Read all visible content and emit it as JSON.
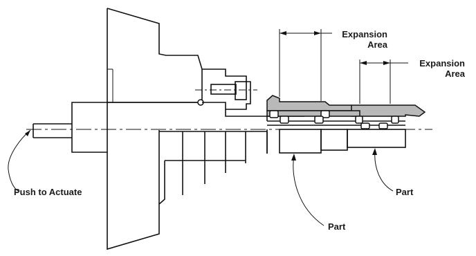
{
  "labels": {
    "push_to_actuate": "Push to Actuate",
    "expansion_area_1_line1": "Expansion",
    "expansion_area_1_line2": "Area",
    "expansion_area_2_line1": "Expansion",
    "expansion_area_2_line2": "Area",
    "part_lower": "Part",
    "part_upper": "Part"
  },
  "colors": {
    "line": "#111111",
    "sleeve_fill": "#b9b9b9",
    "background": "#ffffff"
  }
}
